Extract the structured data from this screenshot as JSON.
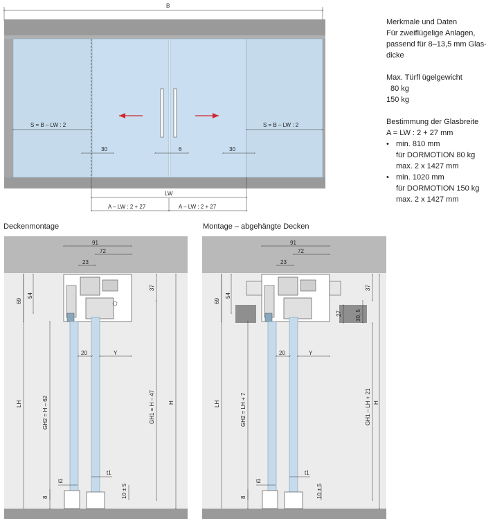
{
  "top_drawing": {
    "dim_width": "B",
    "dim_side_left": "S = B – LW : 2",
    "dim_side_right": "S = B – LW : 2",
    "dim_30_left": "30",
    "dim_6": "6",
    "dim_30_right": "30",
    "dim_lw": "LW",
    "dim_a_left": "A – LW : 2 + 27",
    "dim_a_right": "A – LW : 2 + 27"
  },
  "specs": {
    "heading": "Merkmale und Daten",
    "desc_1": "Für zweiflügelige Anlagen,",
    "desc_2": "passend für 8–13,5 mm Glas-",
    "desc_3": "dicke",
    "weight_heading": "Max. Türfl ügelgewicht",
    "weight_1": "80 kg",
    "weight_2": "150 kg",
    "glass_heading": "Bestimmung der Glasbreite",
    "formula": "A = LW : 2 + 27 mm",
    "items": [
      {
        "min": "min. 810 mm",
        "model": "für DORMOTION 80 kg",
        "max": "max. 2 x 1427 mm"
      },
      {
        "min": "min. 1020 mm",
        "model": "für DORMOTION 150 kg",
        "max": "max. 2 x 1427 mm"
      }
    ]
  },
  "left_section": {
    "caption": "Deckenmontage",
    "d91": "91",
    "d72": "72",
    "d23": "23",
    "d37": "37",
    "d54": "54",
    "d69": "69",
    "d20": "20",
    "dY": "Y",
    "dLH": "LH",
    "dGH2": "GH2 = H – 62",
    "dGH1": "GH1 = H – 47",
    "dH": "H",
    "dt1": "t1",
    "dt2": "t2",
    "d10": "10 ± 5",
    "d8": "8"
  },
  "right_section": {
    "caption": "Montage – abgehängte Decken",
    "d91": "91",
    "d72": "72",
    "d23": "23",
    "d37": "37",
    "d54": "54",
    "d69": "69",
    "d27": "27",
    "d305": "30, 5",
    "d20": "20",
    "dY": "Y",
    "dLH": "LH",
    "dGH2": "GH2 = LH + 7",
    "dGH1": "GH1 – LH + 21",
    "dH": "H",
    "dt1": "t1",
    "dt2": "t2",
    "d10": "10 ± 5",
    "d8": "8"
  },
  "colors": {
    "glass": "#c5dbeb",
    "frame": "#8e8e8e",
    "ceiling": "#b9b9b9",
    "wall_bg": "#ececec",
    "arrow": "#d2262a"
  }
}
